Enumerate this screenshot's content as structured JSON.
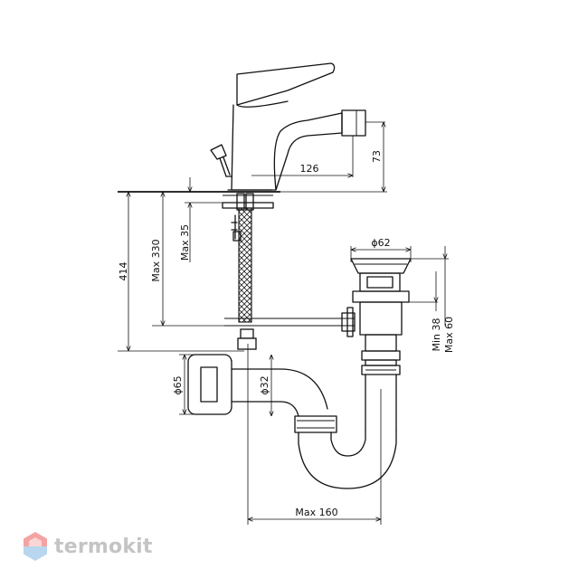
{
  "dimensions": {
    "height_total": "414",
    "max_330": "Max 330",
    "max_35": "Max 35",
    "spout_reach": "126",
    "spout_height": "73",
    "waste_cap": "ϕ62",
    "min_38": "Min 38",
    "max_60": "Max 60",
    "wall_flange": "ϕ65",
    "trap_pipe": "ϕ32",
    "trap_reach": "Max 160"
  },
  "brand": {
    "name": "termokit",
    "logo_colors": [
      "#f2a0a0",
      "#b5d3ee"
    ]
  },
  "icons": [
    "hexagon-logo-icon"
  ]
}
